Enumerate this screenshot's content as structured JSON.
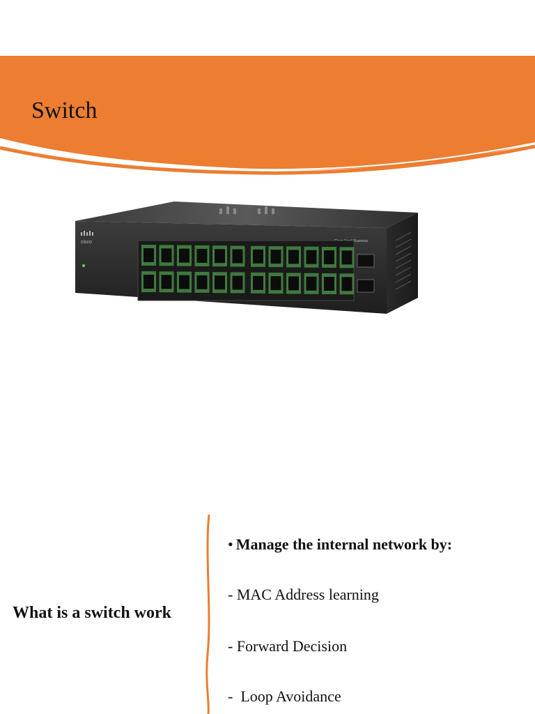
{
  "slide": {
    "title": "Switch",
    "accent_color": "#ED7D31"
  },
  "device_image": {
    "subject": "network switch",
    "icon": "network-switch-icon",
    "brand_logo_text": "cisco",
    "model_text": "Cisco Small Business"
  },
  "section": {
    "left_heading": "What is a switch work",
    "bullet_symbol": "•",
    "bullet_heading": "Manage the internal network by:",
    "items": [
      "- MAC Address learning",
      "- Forward Decision",
      "-  Loop Avoidance"
    ]
  }
}
